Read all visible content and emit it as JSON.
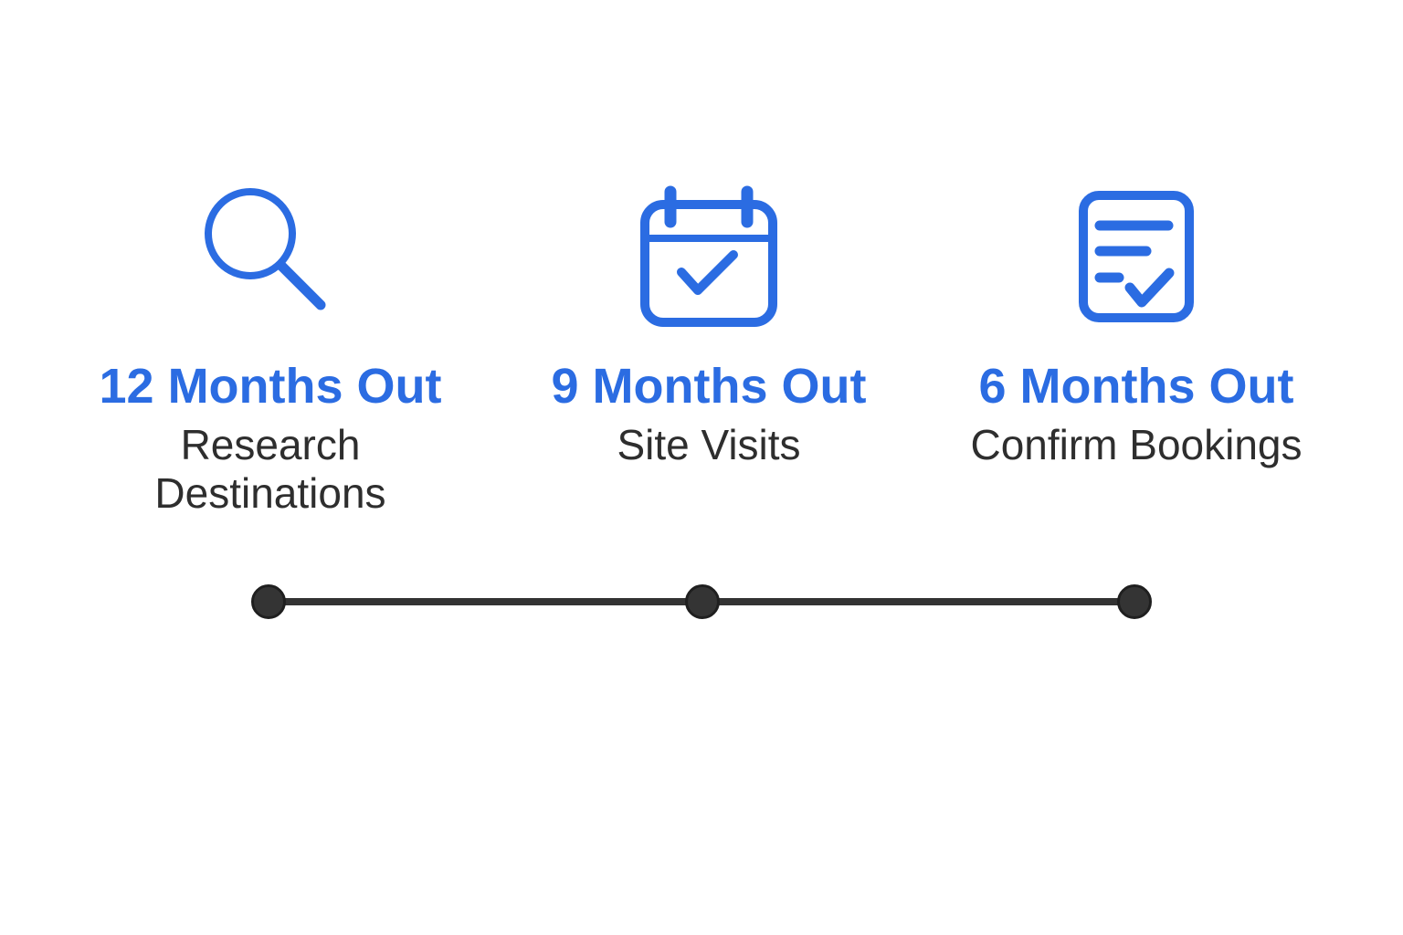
{
  "colors": {
    "accent": "#2b6ce2",
    "text": "#2e2e2e",
    "timeline": "#333333"
  },
  "timeline": {
    "steps": [
      {
        "time": "12 Months Out",
        "label": "Research Destinations",
        "icon": "magnifying-glass-icon"
      },
      {
        "time": "9 Months Out",
        "label": "Site Visits",
        "icon": "calendar-check-icon"
      },
      {
        "time": "6 Months Out",
        "label": "Confirm Bookings",
        "icon": "checklist-document-icon"
      }
    ]
  }
}
